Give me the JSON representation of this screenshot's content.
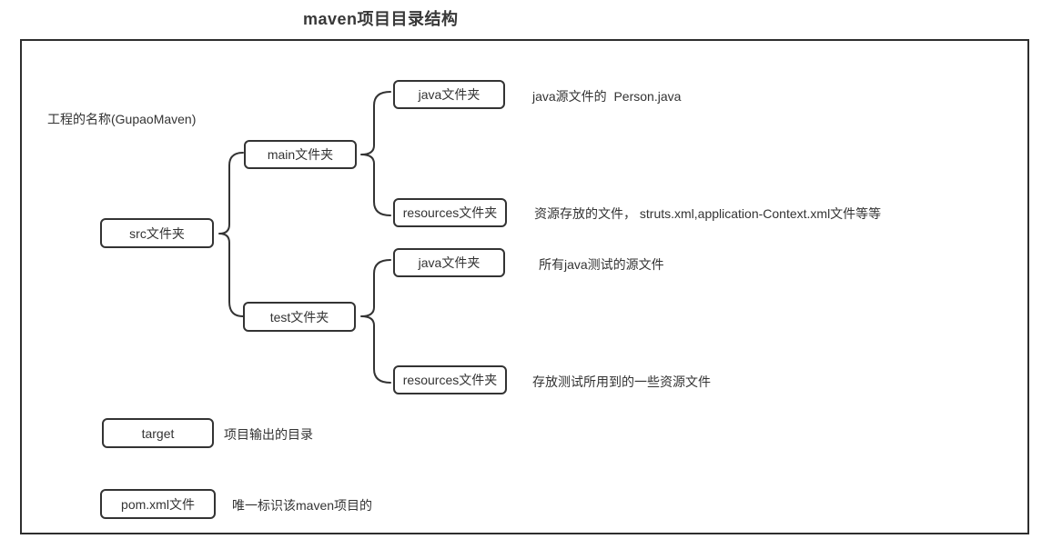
{
  "title": "maven项目目录结构",
  "diagram": {
    "project_label": "工程的名称(GupaoMaven)",
    "nodes": {
      "src": {
        "label": "src文件夹"
      },
      "main": {
        "label": "main文件夹"
      },
      "test": {
        "label": "test文件夹"
      },
      "java_main": {
        "label": "java文件夹",
        "note": "java源文件的  Person.java"
      },
      "resources_main": {
        "label": "resources文件夹",
        "note": "资源存放的文件， struts.xml,application-Context.xml文件等等"
      },
      "java_test": {
        "label": "java文件夹",
        "note": "所有java测试的源文件"
      },
      "resources_test": {
        "label": "resources文件夹",
        "note": "存放测试所用到的一些资源文件"
      },
      "target": {
        "label": "target",
        "note": "项目输出的目录"
      },
      "pom": {
        "label": "pom.xml文件",
        "note": "唯一标识该maven项目的"
      }
    },
    "colors": {
      "line": "#333333",
      "text": "#333333",
      "background": "#ffffff"
    }
  }
}
